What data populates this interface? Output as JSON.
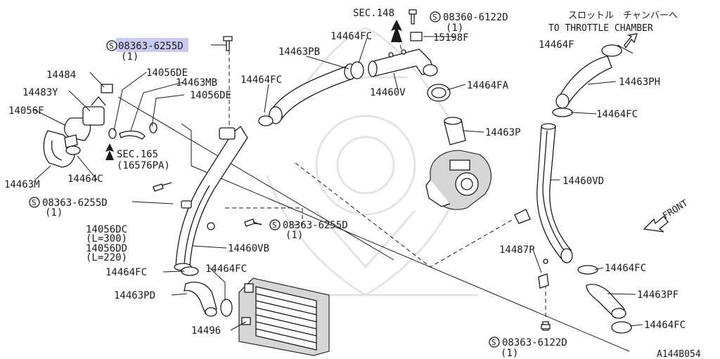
{
  "colors": {
    "line": "#1a1a1a",
    "highlight": "#c8caf4",
    "watermark": "#e4e4e4"
  },
  "labels": {
    "p14484": "14484",
    "p14483Y": "14483Y",
    "p14056F": "14056F",
    "p14463M": "14463M",
    "p14464C": "14464C",
    "p14056DE_a": "14056DE",
    "p14463MB": "14463MB",
    "p14056DE_b": "14056DE",
    "sec165": "SEC.165",
    "sec165_sub": "(16576PA)",
    "p14463PB": "14463PB",
    "p14464FC_a": "14464FC",
    "p14464FC_b": "14464FC",
    "sec148": "SEC.148",
    "p14460V": "14460V",
    "p15198F": "15198F",
    "p14464FA": "14464FA",
    "p14463P": "14463P",
    "throttle_jp": "スロットル　チャンバーへ",
    "throttle_en": "TO THROTTLE CHAMBER",
    "p14464F": "14464F",
    "p14463PH": "14463PH",
    "p14464FC_c": "14464FC",
    "p14460VD": "14460VD",
    "front": "FRONT",
    "p14056DC": "14056DC",
    "p14056DC_len": "(L=300)",
    "p14056DD": "14056DD",
    "p14056DD_len": "(L=220)",
    "p14460VB": "14460VB",
    "p14464FC_d": "14464FC",
    "p14464FC_e": "14464FC",
    "p14463PD": "14463PD",
    "p14496": "14496",
    "p14487P": "14487P",
    "p14464FC_f": "14464FC",
    "p14463PF": "14463PF",
    "p14464FC_g": "14464FC",
    "diagram_id": "A144B054"
  },
  "bolts": {
    "b1": {
      "prefix": "S",
      "number": "08363-6255D",
      "qty": "(1)"
    },
    "b2": {
      "prefix": "S",
      "number": "08363-6255D",
      "qty": "(1)"
    },
    "b3": {
      "prefix": "S",
      "number": "08363-6255D",
      "qty": "(1)"
    },
    "b4": {
      "prefix": "S",
      "number": "08360-6122D",
      "qty": "(1)"
    },
    "b5": {
      "prefix": "S",
      "number": "08363-6122D",
      "qty": "(1)"
    }
  }
}
